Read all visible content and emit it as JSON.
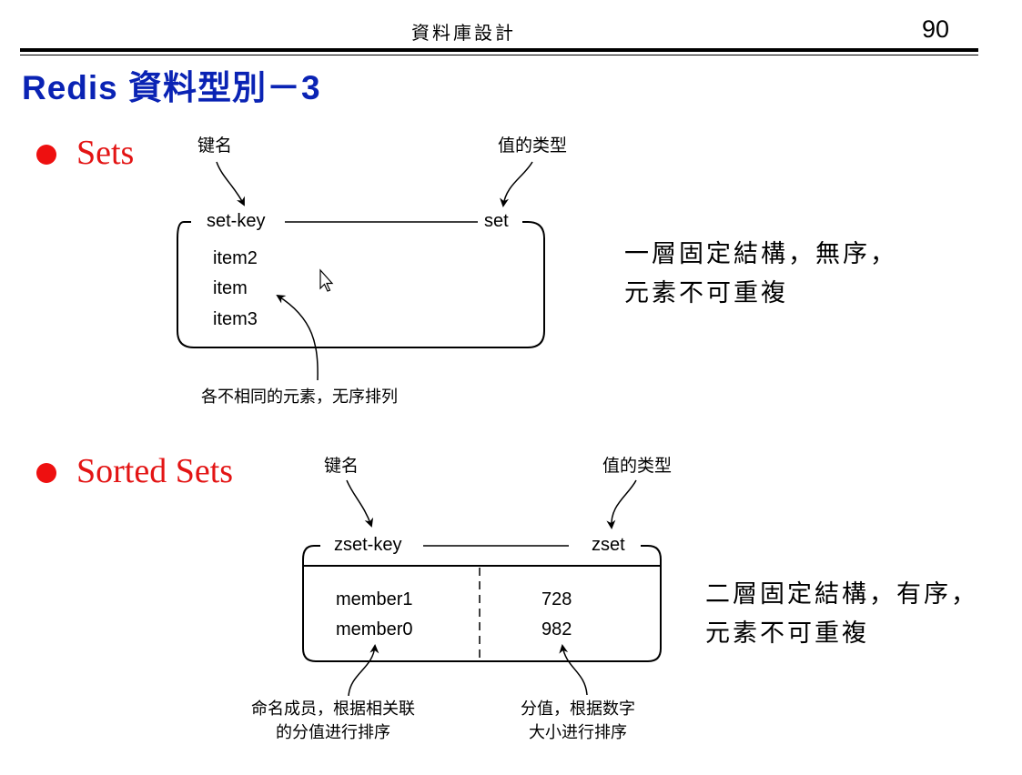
{
  "header": {
    "title": "資料庫設計",
    "page_number": "90"
  },
  "slide": {
    "title": "Redis 資料型別－3"
  },
  "sets": {
    "bullet": "Sets",
    "key_name_label": "键名",
    "value_type_label": "值的类型",
    "key": "set-key",
    "type": "set",
    "items": [
      "item2",
      "item",
      "item3"
    ],
    "annotation": "各不相同的元素，无序排列",
    "note_lines": [
      "一層固定結構，無序，",
      "元素不可重複"
    ]
  },
  "zsets": {
    "bullet": "Sorted Sets",
    "key_name_label": "键名",
    "value_type_label": "值的类型",
    "key": "zset-key",
    "type": "zset",
    "members": [
      "member1",
      "member0"
    ],
    "scores": [
      "728",
      "982"
    ],
    "member_annotation_lines": [
      "命名成员，根据相关联",
      "的分值进行排序"
    ],
    "score_annotation_lines": [
      "分值，根据数字",
      "大小进行排序"
    ],
    "note_lines": [
      "二層固定結構，有序，",
      "元素不可重複"
    ]
  }
}
